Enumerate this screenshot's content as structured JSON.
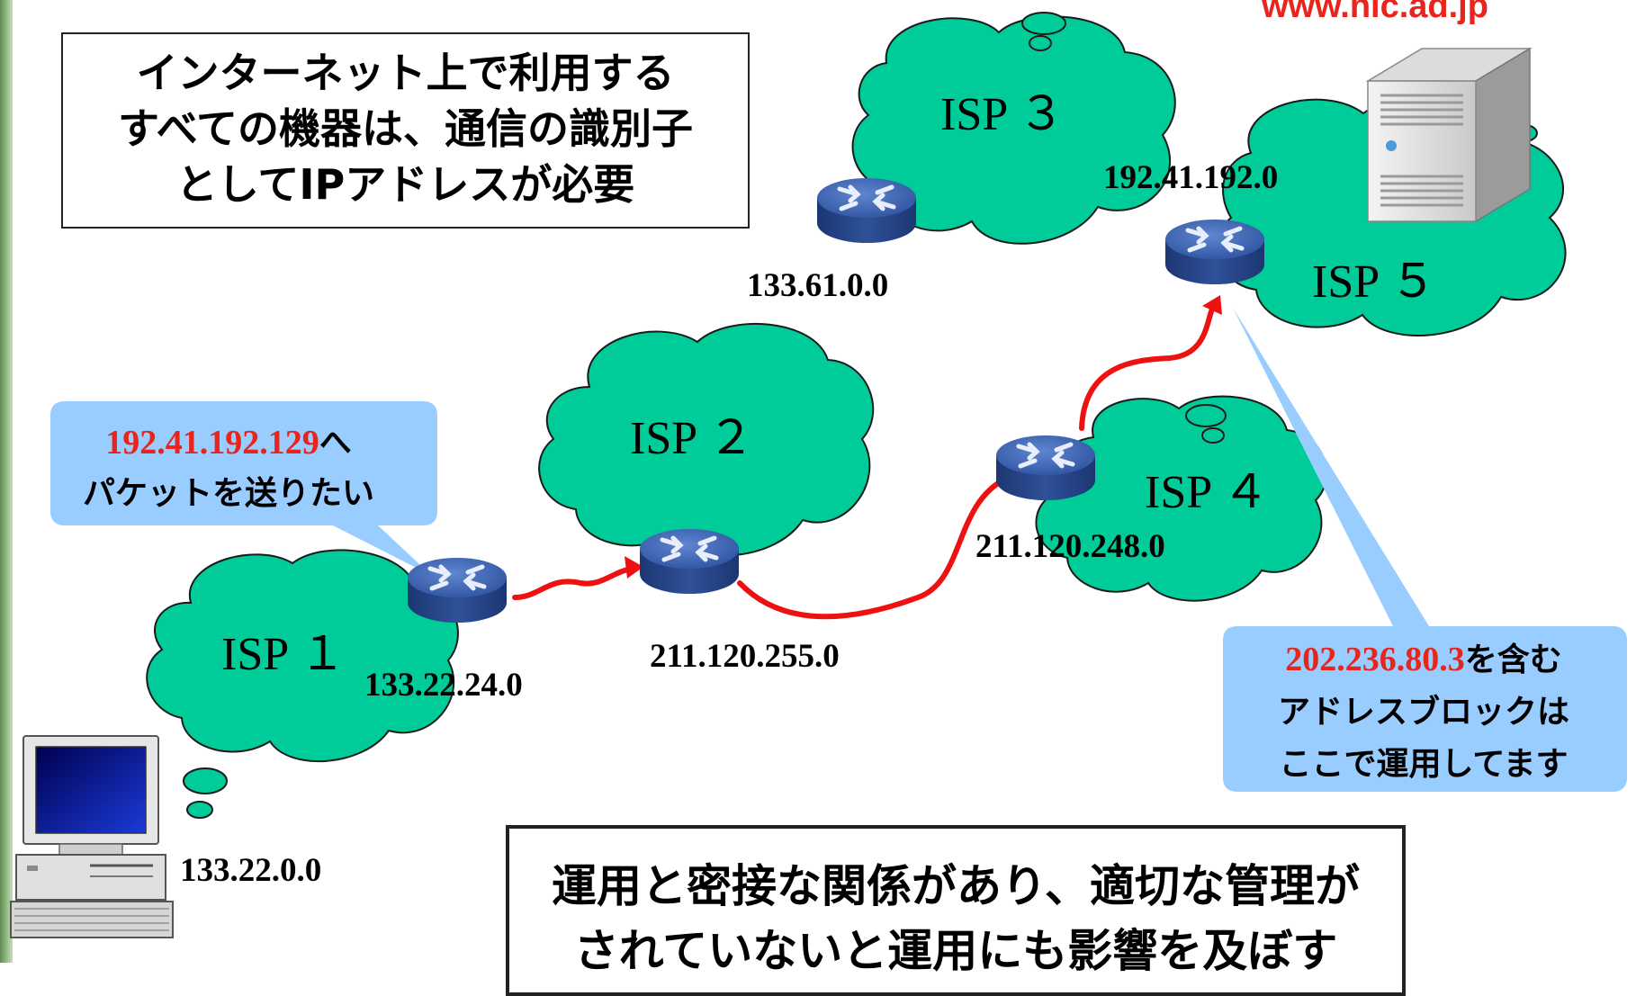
{
  "intro_note": {
    "lines": [
      "インターネット上で利用する",
      "すべての機器は、通信の識別子",
      "としてIPアドレスが必要"
    ]
  },
  "summary_note": {
    "lines": [
      "運用と密接な関係があり、適切な管理が",
      "されていないと運用にも影響を及ぼす"
    ]
  },
  "server": {
    "hostname": "www.nic.ad.jp"
  },
  "networks": {
    "isp1": {
      "name": "ISP １",
      "router_ip": "133.22.24.0",
      "host_ip": "133.22.0.0"
    },
    "isp2": {
      "name": "ISP ２",
      "router_ip": "211.120.255.0"
    },
    "isp3": {
      "name": "ISP ３",
      "router_ip": "133.61.0.0"
    },
    "isp4": {
      "name": "ISP ４",
      "router_ip": "211.120.248.0"
    },
    "isp5": {
      "name": "ISP ５",
      "router_ip": "192.41.192.0"
    }
  },
  "callout_send": {
    "ip": "192.41.192.129",
    "ip_suffix": "へ",
    "line2": "パケットを送りたい"
  },
  "callout_block": {
    "ip": "202.236.80.3",
    "ip_suffix": "を含む",
    "line2": "アドレスブロックは",
    "line3": "ここで運用してます"
  },
  "colors": {
    "cloud": "#00cc99",
    "router": "#3d64b4",
    "path": "#ee1111",
    "callout": "#99ccff",
    "highlight": "#e8251d"
  }
}
